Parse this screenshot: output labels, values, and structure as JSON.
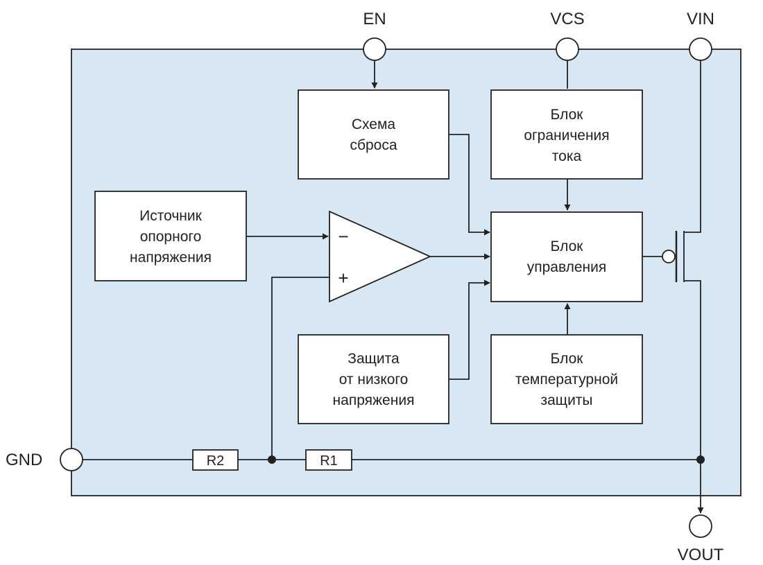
{
  "pins": {
    "en": "EN",
    "vcs": "VCS",
    "vin": "VIN",
    "gnd": "GND",
    "vout": "VOUT"
  },
  "blocks": {
    "reset": [
      "Схема",
      "сброса"
    ],
    "current_limit": [
      "Блок",
      "ограничения",
      "тока"
    ],
    "reference": [
      "Источник",
      "опорного",
      "напряжения"
    ],
    "control": [
      "Блок",
      "управления"
    ],
    "undervoltage": [
      "Защита",
      "от низкого",
      "напряжения"
    ],
    "thermal": [
      "Блок",
      "температурной",
      "защиты"
    ]
  },
  "comparator": {
    "minus": "−",
    "plus": "+"
  },
  "resistors": {
    "r1": "R1",
    "r2": "R2"
  },
  "colors": {
    "package_fill": "#d7e8f4",
    "line": "#222222",
    "block_fill": "#ffffff"
  }
}
